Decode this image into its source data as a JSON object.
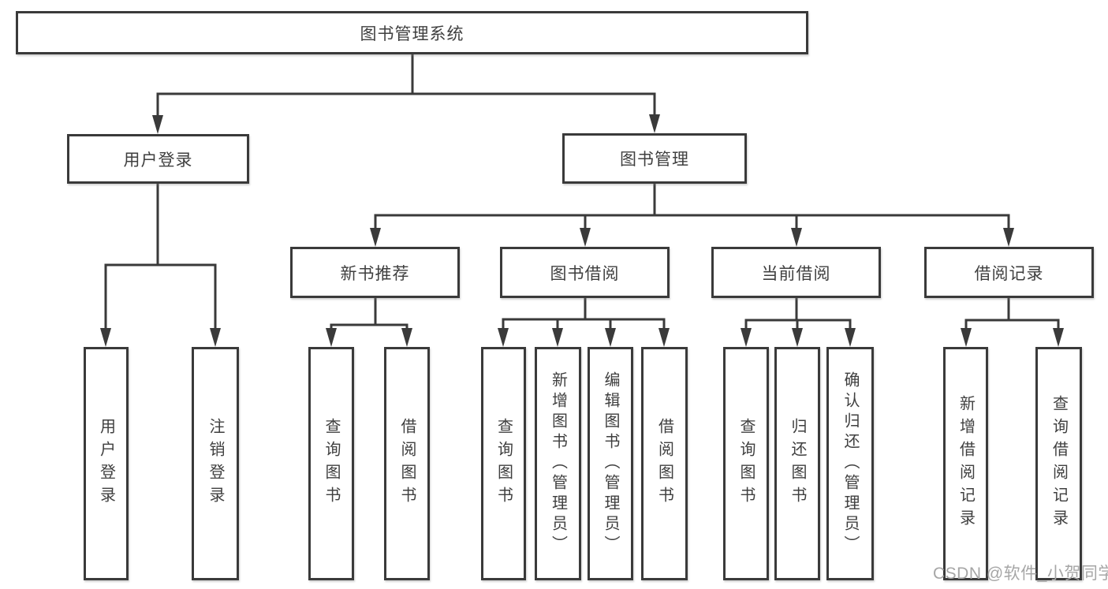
{
  "diagram": {
    "title": "图书管理系统",
    "type": "hierarchy-tree",
    "nodes": {
      "root": {
        "label": "图书管理系统"
      },
      "user_login": {
        "label": "用户登录"
      },
      "book_management": {
        "label": "图书管理"
      },
      "new_book_recommend": {
        "label": "新书推荐"
      },
      "book_borrow": {
        "label": "图书借阅"
      },
      "current_borrow": {
        "label": "当前借阅"
      },
      "borrow_records": {
        "label": "借阅记录"
      },
      "leaf_user_login": {
        "label": "用户登录"
      },
      "leaf_logout": {
        "label": "注销登录"
      },
      "leaf_query_books_a": {
        "label": "查询图书"
      },
      "leaf_borrow_books_a": {
        "label": "借阅图书"
      },
      "leaf_query_books_b": {
        "label": "查询图书"
      },
      "leaf_add_books_admin": {
        "label": "新增图书（管理员）"
      },
      "leaf_edit_books_admin": {
        "label": "编辑图书（管理员）"
      },
      "leaf_borrow_books_b": {
        "label": "借阅图书"
      },
      "leaf_query_books_c": {
        "label": "查询图书"
      },
      "leaf_return_books": {
        "label": "归还图书"
      },
      "leaf_confirm_return_admin": {
        "label": "确认归还（管理员）"
      },
      "leaf_add_borrow_record": {
        "label": "新增借阅记录"
      },
      "leaf_query_borrow_record": {
        "label": "查询借阅记录"
      }
    },
    "edges": [
      {
        "from": "图书管理系统",
        "to": [
          "用户登录",
          "图书管理"
        ]
      },
      {
        "from": "用户登录",
        "to": [
          "用户登录",
          "注销登录"
        ]
      },
      {
        "from": "图书管理",
        "to": [
          "新书推荐",
          "图书借阅",
          "当前借阅",
          "借阅记录"
        ]
      },
      {
        "from": "新书推荐",
        "to": [
          "查询图书",
          "借阅图书"
        ]
      },
      {
        "from": "图书借阅",
        "to": [
          "查询图书",
          "新增图书（管理员）",
          "编辑图书（管理员）",
          "借阅图书"
        ]
      },
      {
        "from": "当前借阅",
        "to": [
          "查询图书",
          "归还图书",
          "确认归还（管理员）"
        ]
      },
      {
        "from": "借阅记录",
        "to": [
          "新增借阅记录",
          "查询借阅记录"
        ]
      }
    ]
  },
  "watermark": {
    "text": "CSDN @软件_小贺同学"
  },
  "colors": {
    "line": "#3a3a3a",
    "text": "#3f3f3f",
    "background": "#ffffff",
    "watermark": "#a6a6a6"
  }
}
